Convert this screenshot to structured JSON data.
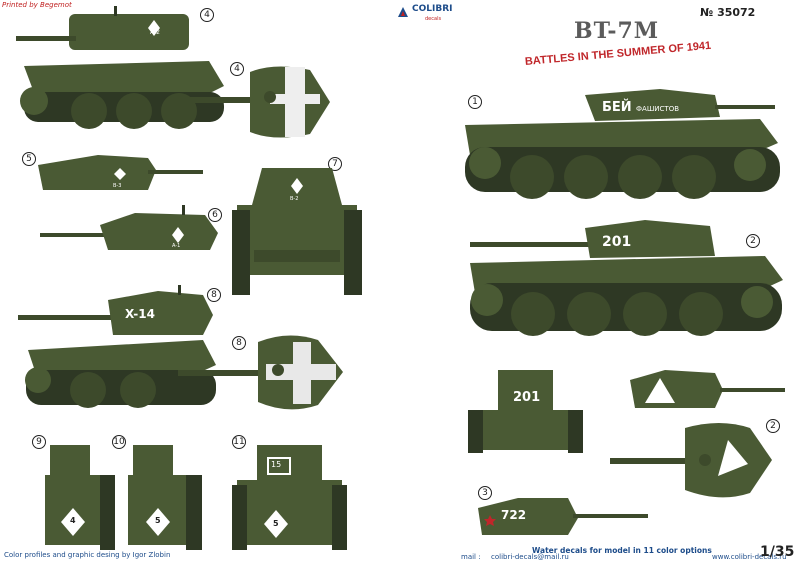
{
  "header": {
    "printed_by": "Printed by Begemot",
    "brand": "COLIBRI",
    "brand_sub": "decals",
    "catalog_number": "№ 35072",
    "title": "BT-7M",
    "subtitle": "BATTLES IN THE SUMMER OF 1941"
  },
  "profiles": [
    {
      "id": "1",
      "label": "1",
      "marking": "БЕЙ",
      "marking2": "ФАШИСТОВ"
    },
    {
      "id": "2",
      "label": "2",
      "marking": "201"
    },
    {
      "id": "3",
      "label": "3",
      "marking": "722"
    },
    {
      "id": "4",
      "label": "4",
      "marking": "A-2"
    },
    {
      "id": "5",
      "label": "5",
      "marking": "B-3"
    },
    {
      "id": "6",
      "label": "6",
      "marking": "A-1"
    },
    {
      "id": "7",
      "label": "7",
      "marking": "B-2"
    },
    {
      "id": "8",
      "label": "8",
      "marking": "X-14"
    },
    {
      "id": "9",
      "label": "9",
      "marking": "4"
    },
    {
      "id": "10",
      "label": "10",
      "marking": "5"
    },
    {
      "id": "11",
      "label": "11",
      "marking": "5",
      "marking2": "15"
    }
  ],
  "footer": {
    "credits": "Color profiles and graphic desing by Igor Zlobin",
    "mail_label": "mail :",
    "mail": "colibri-decals@mail.ru",
    "water": "Water decals for  model in 11 color options",
    "site": "www.colibri-decals.ru",
    "scale": "1/35"
  },
  "colors": {
    "tank_green": "#4a5a34",
    "tank_dark": "#2e3824",
    "accent_red": "#c0262a",
    "brand_blue": "#1d4c8a"
  }
}
